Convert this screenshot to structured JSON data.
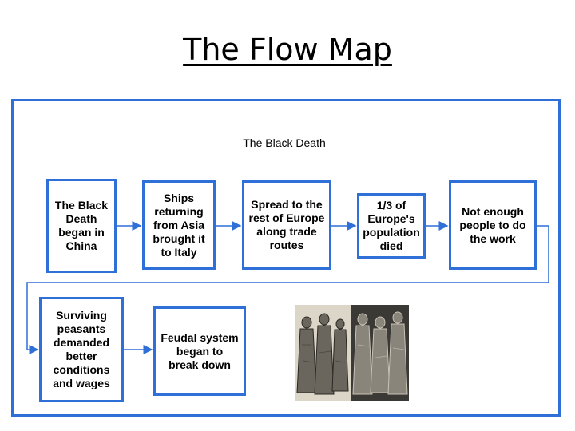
{
  "slide": {
    "title": "The Flow Map"
  },
  "diagram": {
    "title": "The Black Death",
    "steps": [
      "The Black\nDeath\nbegan in\nChina",
      "Ships\nreturning\nfrom Asia\nbrought it\nto Italy",
      "Spread to the\nrest of Europe\nalong trade\nroutes",
      "1/3 of\nEurope's\npopulation\ndied",
      "Not enough\npeople to do\nthe work",
      "Surviving\npeasants\ndemanded\nbetter\nconditions\nand wages",
      "Feudal system\nbegan to\nbreak down"
    ],
    "colors": {
      "border": "#2f6fd8",
      "arrow": "#2f6fd8"
    },
    "image": "medieval-procession-artwork"
  }
}
